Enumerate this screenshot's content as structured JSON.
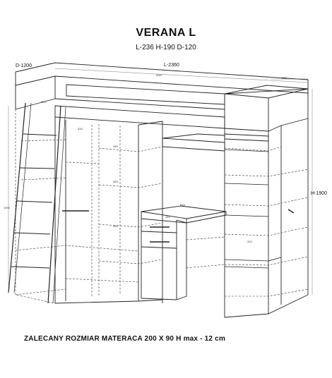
{
  "header": {
    "title": "VERANA L",
    "dimensions": "L-236 H-190 D-120"
  },
  "labels": {
    "depth": "D-1200",
    "length": "L-2360",
    "height": "H-1900"
  },
  "dimension_marks": {
    "top_length": "2007",
    "shelf_1": "289",
    "shelf_2": "289",
    "shelf_3": "289",
    "wardrobe_w": "434",
    "desk_w": "615",
    "desk_d": "441",
    "ladder_h": "1900",
    "bed_front": "370",
    "right_w": "400",
    "right_h": "310"
  },
  "footer": {
    "mattress_note": "ZALECANY ROZMIAR MATERACA 200 X 90 H max - 12 cm"
  }
}
